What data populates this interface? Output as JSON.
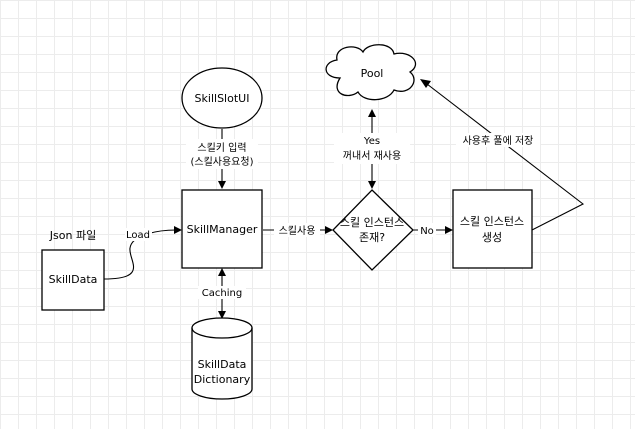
{
  "nodes": {
    "skillslotui": "SkillSlotUI",
    "pool": "Pool",
    "json_file": "Json 파일",
    "skilldata": "SkillData",
    "skillmanager": "SkillManager",
    "decision_line1": "스킬 인스턴스",
    "decision_line2": "존재?",
    "create_line1": "스킬 인스턴스",
    "create_line2": "생성",
    "dict_line1": "SkillData",
    "dict_line2": "Dictionary"
  },
  "edges": {
    "input_line1": "스킬키 입력",
    "input_line2": "(스킬사용요청)",
    "load": "Load",
    "use_skill": "스킬사용",
    "no": "No",
    "yes_line1": "Yes",
    "yes_line2": "꺼내서 재사용",
    "caching": "Caching",
    "return_pool": "사용후 풀에 저장"
  }
}
